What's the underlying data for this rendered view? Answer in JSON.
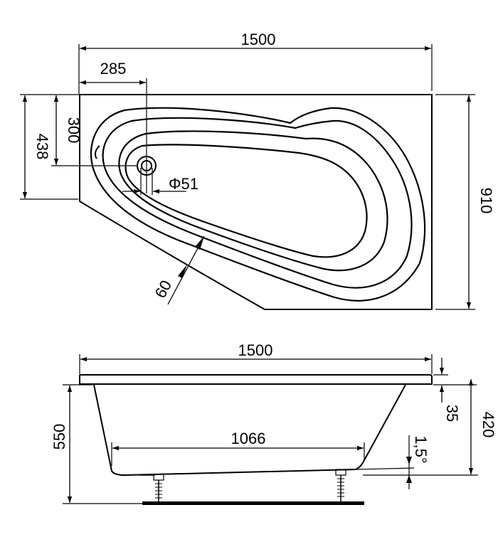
{
  "top_view": {
    "length_label": "1500",
    "drain_offset_x_label": "285",
    "drain_offset_y_label": "300",
    "narrow_side_label": "438",
    "width_label": "910",
    "drain_diameter_label": "Φ51",
    "rim_width_label": "60"
  },
  "side_view": {
    "length_label": "1500",
    "height_label": "550",
    "rim_height_label": "35",
    "tub_height_label": "420",
    "bottom_length_label": "1066",
    "slope_label": "1,5°"
  },
  "colors": {
    "line": "#000000",
    "background": "#ffffff"
  }
}
